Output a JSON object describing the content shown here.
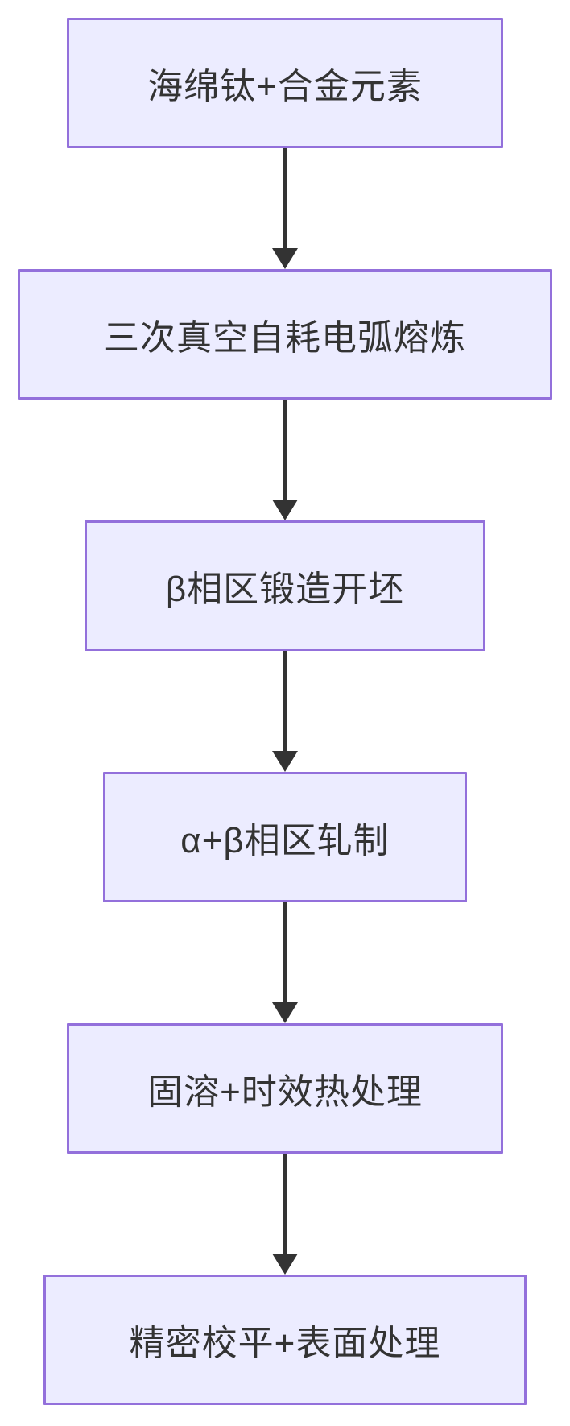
{
  "diagram": {
    "type": "flowchart",
    "direction": "top-down",
    "title": "",
    "nodes": [
      {
        "id": "n1",
        "label": "海绵钛+合金元素"
      },
      {
        "id": "n2",
        "label": "三次真空自耗电弧熔炼"
      },
      {
        "id": "n3",
        "label": "β相区锻造开坯"
      },
      {
        "id": "n4",
        "label": "α+β相区轧制"
      },
      {
        "id": "n5",
        "label": "固溶+时效热处理"
      },
      {
        "id": "n6",
        "label": "精密校平+表面处理"
      }
    ],
    "edges": [
      {
        "from": "n1",
        "to": "n2"
      },
      {
        "from": "n2",
        "to": "n3"
      },
      {
        "from": "n3",
        "to": "n4"
      },
      {
        "from": "n4",
        "to": "n5"
      },
      {
        "from": "n5",
        "to": "n6"
      }
    ],
    "colors": {
      "node_fill": "#ECECFF",
      "node_border": "#9370DB",
      "text": "#333333",
      "arrow": "#333333",
      "background": "#FFFFFF"
    }
  }
}
